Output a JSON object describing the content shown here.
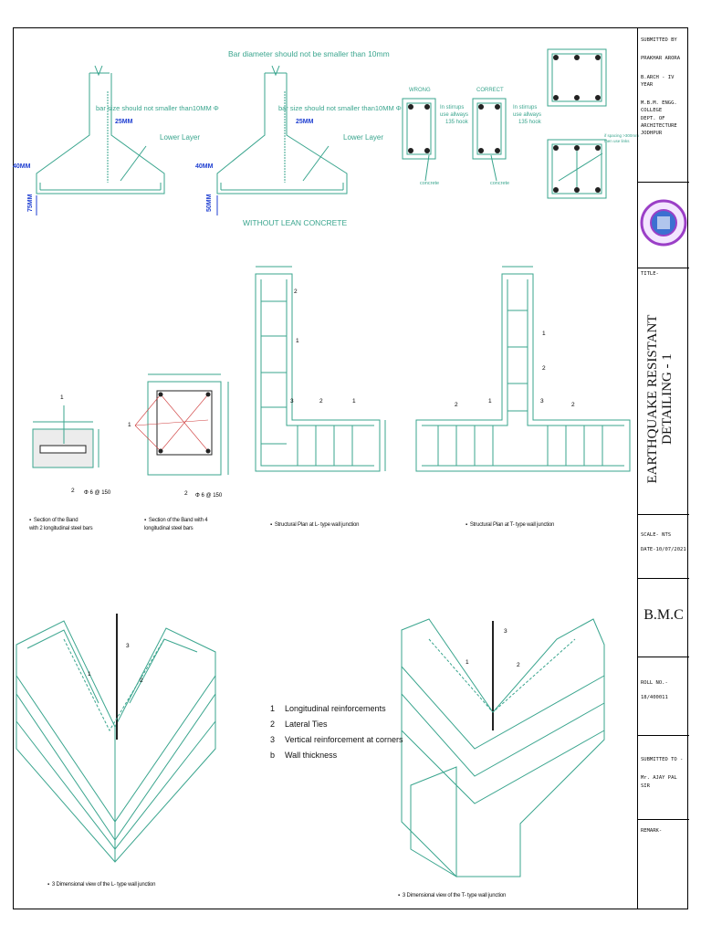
{
  "header": {
    "bar_diameter_note": "Bar diameter should not be smaller than 10mm",
    "without_lean_concrete": "WITHOUT LEAN CONCRETE"
  },
  "footing_left": {
    "bar_note": "bar size should not smaller than10MM Φ",
    "dim_top": "25MM",
    "lower_layer": "Lower Layer",
    "dim_side": "40MM",
    "dim_bottom": "75MM"
  },
  "footing_right": {
    "bar_note": "bar size should not smaller than10MM Φ",
    "dim_top": "25MM",
    "lower_layer": "Lower Layer",
    "dim_side": "40MM",
    "dim_bottom": "50MM"
  },
  "stirrups": {
    "wrong_label": "WRONG",
    "correct_label": "CORRECT",
    "note_wrong": [
      "In stirrups",
      "use allways",
      "135 hook"
    ],
    "note_correct": [
      "In stirrups",
      "use allways",
      "135 hook"
    ],
    "concrete_1": "concrete",
    "concrete_2": "concrete",
    "spacing_note": [
      "if spacing >300mm",
      "then use links"
    ]
  },
  "band_sections": {
    "callout_1": "1",
    "callout_2": "2",
    "bar_spec": "Φ 6 @ 150",
    "callout_b_1": "1",
    "callout_b_2": "2",
    "bar_spec_b": "Φ 6 @ 150"
  },
  "plan_callouts": {
    "l_1": "1",
    "l_2": "2",
    "l_3": "3",
    "l_1b": "1",
    "l_2b": "2",
    "t_1": "1",
    "t_2": "2",
    "t_3": "3",
    "t_1b": "1",
    "t_2b": "2",
    "t_2c": "2"
  },
  "captions": {
    "band_2bars": [
      "Section of the Band",
      "with 2 longitudinal steel bars"
    ],
    "band_4bars": [
      "Section of the Band with 4",
      "longitudinal steel bars"
    ],
    "l_plan": "Structural Plan at L- type wall junction",
    "t_plan": "Structural Plan at T- type wall junction",
    "l_3d": "3 Dimensional view of the L- type wall junction",
    "t_3d": "3 Dimensional view of the T- type wall junction"
  },
  "legend": [
    {
      "key": "1",
      "text": "Longitudinal reinforcements"
    },
    {
      "key": "2",
      "text": "Lateral Ties"
    },
    {
      "key": "3",
      "text": "Vertical reinforcement at corners"
    },
    {
      "key": "b",
      "text": "Wall thickness"
    }
  ],
  "iso_callouts": {
    "l_1": "1",
    "l_2": "2",
    "l_3": "3",
    "t_1": "1",
    "t_2": "2",
    "t_3": "3"
  },
  "title_block": {
    "submitted_by": "SUBMITTED BY",
    "name": "PRAKHAR ARORA",
    "class": "B.ARCH - IV YEAR",
    "college": [
      "M.B.M. ENGG. COLLEGE",
      "DEPT. OF ARCHITECTURE",
      "JODHPUR"
    ],
    "title_label": "TITLE-",
    "title_main": [
      "EARTHQUAKE RESISTANT",
      "DETAILING - 1"
    ],
    "scale": "SCALE- NTS",
    "date": "DATE-10/07/2021",
    "subject": "B.M.C",
    "roll_label": "ROLL NO.-",
    "roll": "18/400011",
    "submitted_to": "SUBMITTED TO -",
    "teacher": "Mr. AJAY PAL SIR",
    "remark": "REMARK-"
  },
  "colors": {
    "drawing": "#3aa58e",
    "dimension": "#1f3fd1",
    "leader": "#d04040",
    "seal": "#9b3fc7"
  }
}
